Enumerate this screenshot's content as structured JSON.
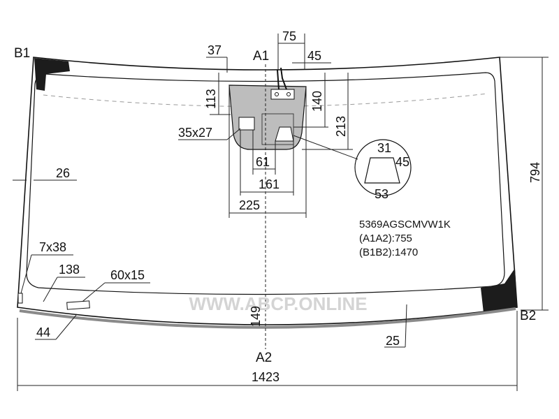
{
  "diagram": {
    "part_number": "5369AGSCMVW1K",
    "a1a2": "(A1A2):755",
    "b1b2": "(B1B2):1470",
    "watermark": "WWW.ABCP.ONLINE",
    "points": {
      "a1": "A1",
      "a2": "A2",
      "b1": "B1",
      "b2": "B2"
    },
    "dims": {
      "d75": "75",
      "d37": "37",
      "d45_top": "45",
      "d113": "113",
      "d140": "140",
      "d213": "213",
      "d35x27": "35x27",
      "d26": "26",
      "d61": "61",
      "d161": "161",
      "d225": "225",
      "d31": "31",
      "d45_detail": "45",
      "d53": "53",
      "d794": "794",
      "d7x38": "7x38",
      "d138": "138",
      "d60x15": "60x15",
      "d44": "44",
      "d149": "149",
      "d25": "25",
      "d1423": "1423"
    }
  },
  "colors": {
    "line": "#111111",
    "sensor_area": "#bdbdbd",
    "corner_black": "#1c1c1c",
    "bottom_band": "#8a8a8a",
    "watermark": "#d4d4d4"
  }
}
